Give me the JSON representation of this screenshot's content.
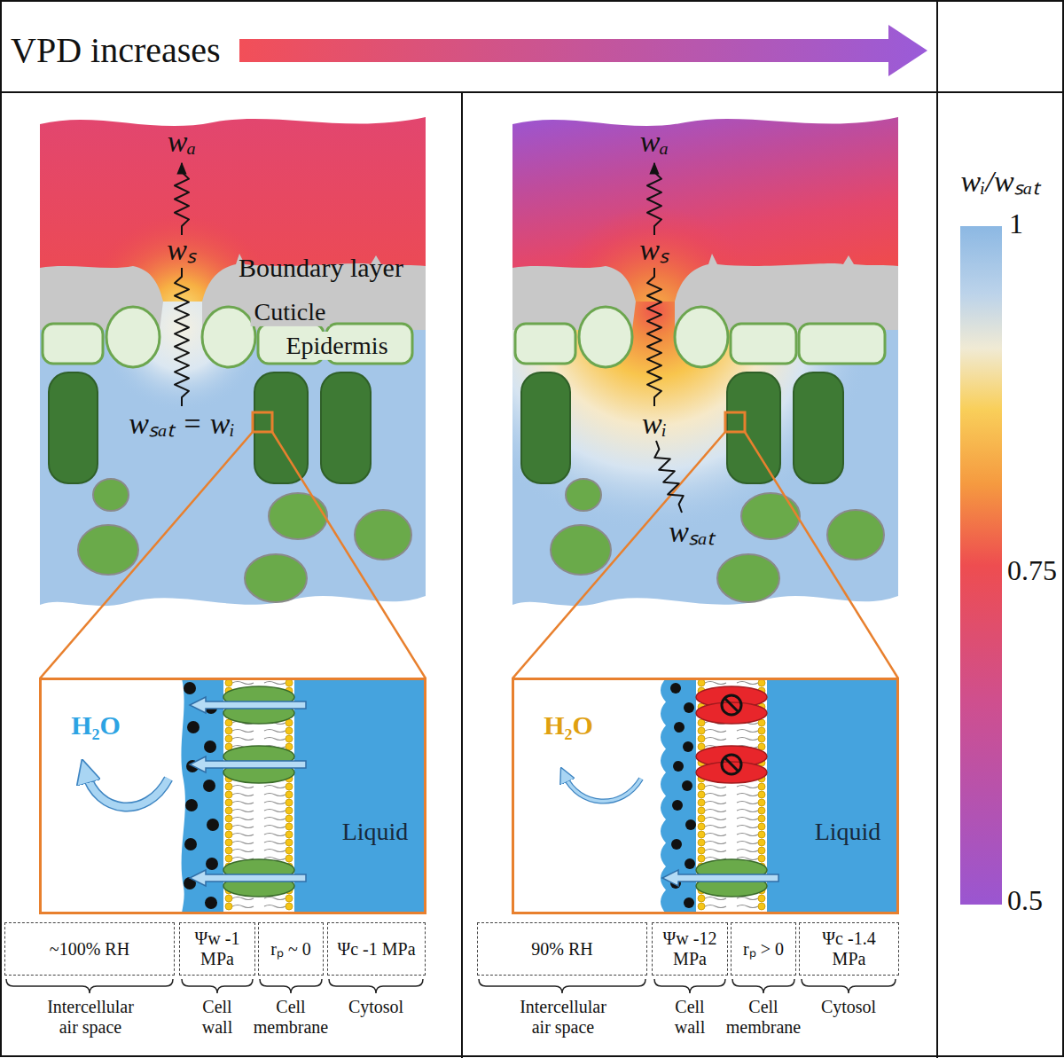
{
  "diagram": {
    "title": "VPD increases",
    "nodes": [
      {
        "text": [
          "H₂O",
          "Liquid"
        ]
      },
      {
        "text": [
          "~100% RH"
        ]
      },
      {
        "text": [
          "Ψw -1 MPa"
        ]
      },
      {
        "text": [
          "rₚ ~ 0"
        ]
      },
      {
        "text": [
          "Ψc -1 MPa"
        ]
      },
      {
        "text": [
          "H₂O",
          "Liquid"
        ]
      },
      {
        "text": [
          "90% RH"
        ]
      },
      {
        "text": [
          "Ψw -12 MPa"
        ]
      },
      {
        "text": [
          "rₚ > 0"
        ]
      },
      {
        "text": [
          "Ψc -1.4 MPa"
        ]
      }
    ],
    "labels": [
      "wₐ",
      "wₛ",
      "Boundary layer",
      "Cuticle",
      "Epidermis",
      "wₛₐₜ = wᵢ",
      "wₐ",
      "wₛ",
      "wᵢ",
      "wₛₐₜ",
      "Intercellular air space",
      "Cell wall",
      "Cell membrane",
      "Cytosol",
      "Intercellular air space",
      "Cell wall",
      "Cell membrane",
      "Cytosol",
      "wᵢ/wₛₐₜ",
      "1",
      "0.75",
      "0.5"
    ]
  }
}
